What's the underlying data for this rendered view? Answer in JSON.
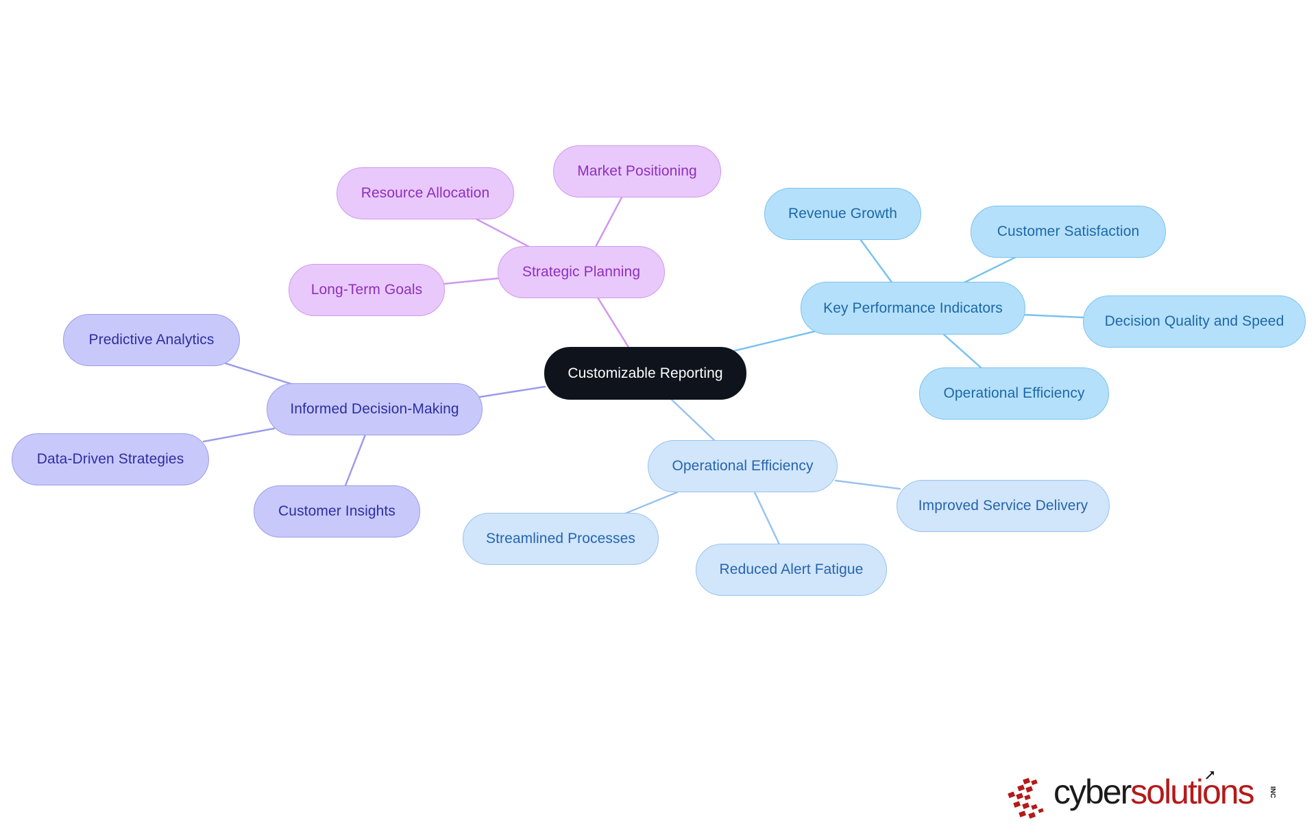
{
  "diagram": {
    "root": "Customizable Reporting",
    "branches": [
      {
        "label": "Strategic Planning",
        "color": "#cf97ee",
        "children": [
          "Resource Allocation",
          "Market Positioning",
          "Long-Term Goals"
        ]
      },
      {
        "label": "Informed Decision-Making",
        "color": "#9c9cea",
        "children": [
          "Predictive Analytics",
          "Data-Driven Strategies",
          "Customer Insights"
        ]
      },
      {
        "label": "Key Performance Indicators",
        "color": "#79c2ef",
        "children": [
          "Revenue Growth",
          "Customer Satisfaction",
          "Decision Quality and Speed",
          "Operational Efficiency"
        ]
      },
      {
        "label": "Operational Efficiency",
        "color": "#99c3ee",
        "children": [
          "Improved Service Delivery",
          "Reduced Alert Fatigue",
          "Streamlined Processes"
        ]
      }
    ]
  },
  "logo": {
    "word_cyber": "cyber",
    "word_solutions": "solutions",
    "suffix": "INC",
    "brand_color": "#b41a1a"
  }
}
